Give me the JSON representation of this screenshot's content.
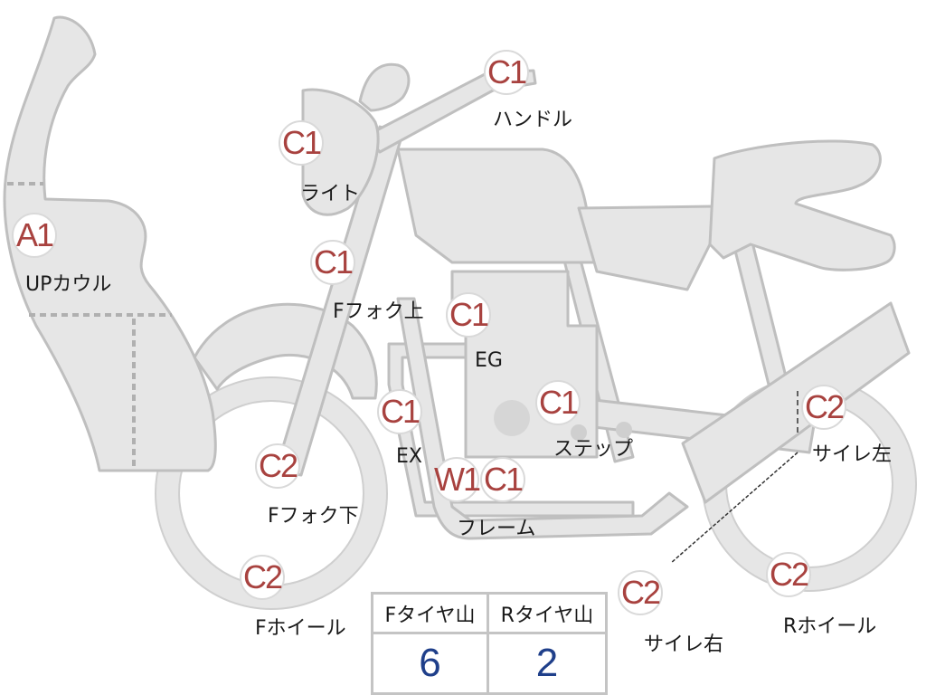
{
  "markers": {
    "upper_cowl": "A1",
    "handle": "C1",
    "light": "C1",
    "fork_upper": "C1",
    "engine": "C1",
    "exhaust": "C1",
    "step": "C1",
    "frame_weld": "W1",
    "frame": "C1",
    "fork_lower": "C2",
    "front_wheel": "C2",
    "silencer_left": "C2",
    "silencer_right": "C2",
    "rear_wheel": "C2"
  },
  "labels": {
    "upper_cowl": "UPカウル",
    "handle": "ハンドル",
    "light": "ライト",
    "fork_upper": "Fフォク上",
    "engine": "EG",
    "exhaust": "EX",
    "step": "ステップ",
    "frame": "フレーム",
    "fork_lower": "Fフォク下",
    "front_wheel": "Fホイール",
    "silencer_left": "サイレ左",
    "silencer_right": "サイレ右",
    "rear_wheel": "Rホイール"
  },
  "tread_table": {
    "front_header": "Fタイヤ山",
    "rear_header": "Rタイヤ山",
    "front_value": "6",
    "rear_value": "2"
  },
  "colors": {
    "body_fill": "#e6e6e6",
    "body_stroke": "#bfbfbf",
    "marker_text": "#a8423f",
    "value_text": "#1f3f8a"
  }
}
